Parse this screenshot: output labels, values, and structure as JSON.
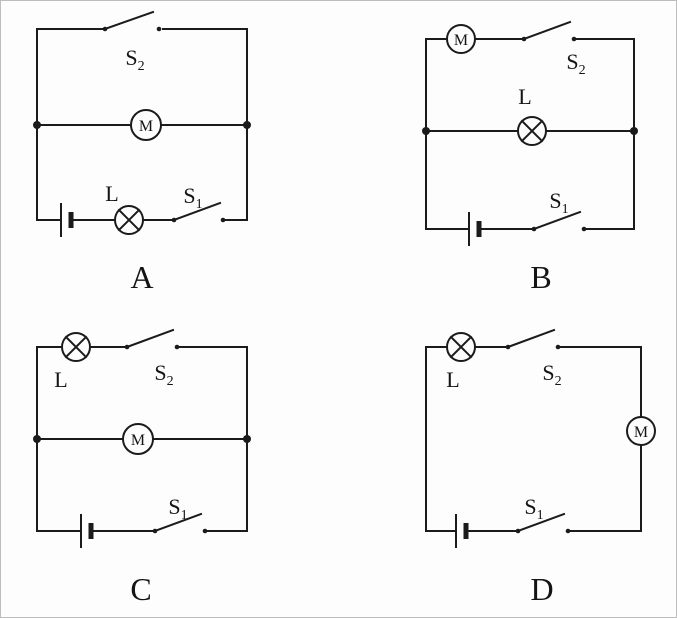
{
  "figure": {
    "background": "#ffffff",
    "ink_color": "#1b1b1b",
    "circuits": [
      {
        "caption": "A",
        "lamp_label": "L",
        "motor_label": "M",
        "switch1_base": "S",
        "switch1_sub": "1",
        "switch2_base": "S",
        "switch2_sub": "2"
      },
      {
        "caption": "B",
        "lamp_label": "L",
        "motor_label": "M",
        "switch1_base": "S",
        "switch1_sub": "1",
        "switch2_base": "S",
        "switch2_sub": "2"
      },
      {
        "caption": "C",
        "lamp_label": "L",
        "motor_label": "M",
        "switch1_base": "S",
        "switch1_sub": "1",
        "switch2_base": "S",
        "switch2_sub": "2"
      },
      {
        "caption": "D",
        "lamp_label": "L",
        "motor_label": "M",
        "switch1_base": "S",
        "switch1_sub": "1",
        "switch2_base": "S",
        "switch2_sub": "2"
      }
    ]
  }
}
